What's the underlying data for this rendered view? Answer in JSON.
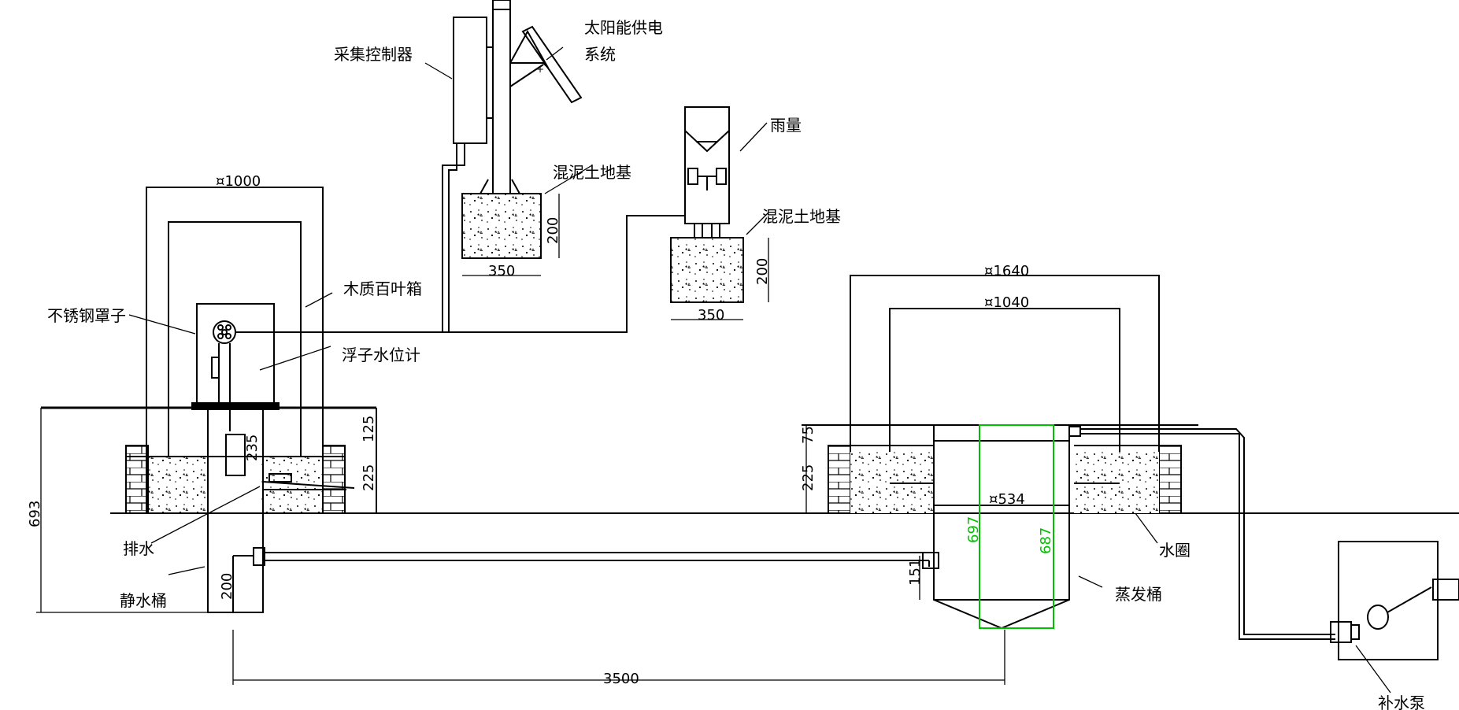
{
  "labels": {
    "collector": "采集控制器",
    "solar": "太阳能供电",
    "solar2": "系统",
    "rain_gauge": "雨量",
    "foundation1": "混泥土地基",
    "foundation2": "混泥土地基",
    "louver_box": "木质百叶箱",
    "steel_cover": "不锈钢罩子",
    "float_gauge": "浮子水位计",
    "drain": "排水",
    "still_bucket": "静水桶",
    "evap_bucket": "蒸发桶",
    "water_ring": "水圈",
    "pump": "补水泵"
  },
  "dims": {
    "d1000": "¤1000",
    "d1640": "¤1640",
    "d1040": "¤1040",
    "d534": "¤534",
    "h200a": "200",
    "w350a": "350",
    "h200b": "200",
    "w350b": "350",
    "h125": "125",
    "h225a": "225",
    "h235": "235",
    "h693": "693",
    "h200c": "200",
    "h75": "75",
    "h225b": "225",
    "h151": "151",
    "h697": "697",
    "h687": "687",
    "w3500": "3500"
  }
}
